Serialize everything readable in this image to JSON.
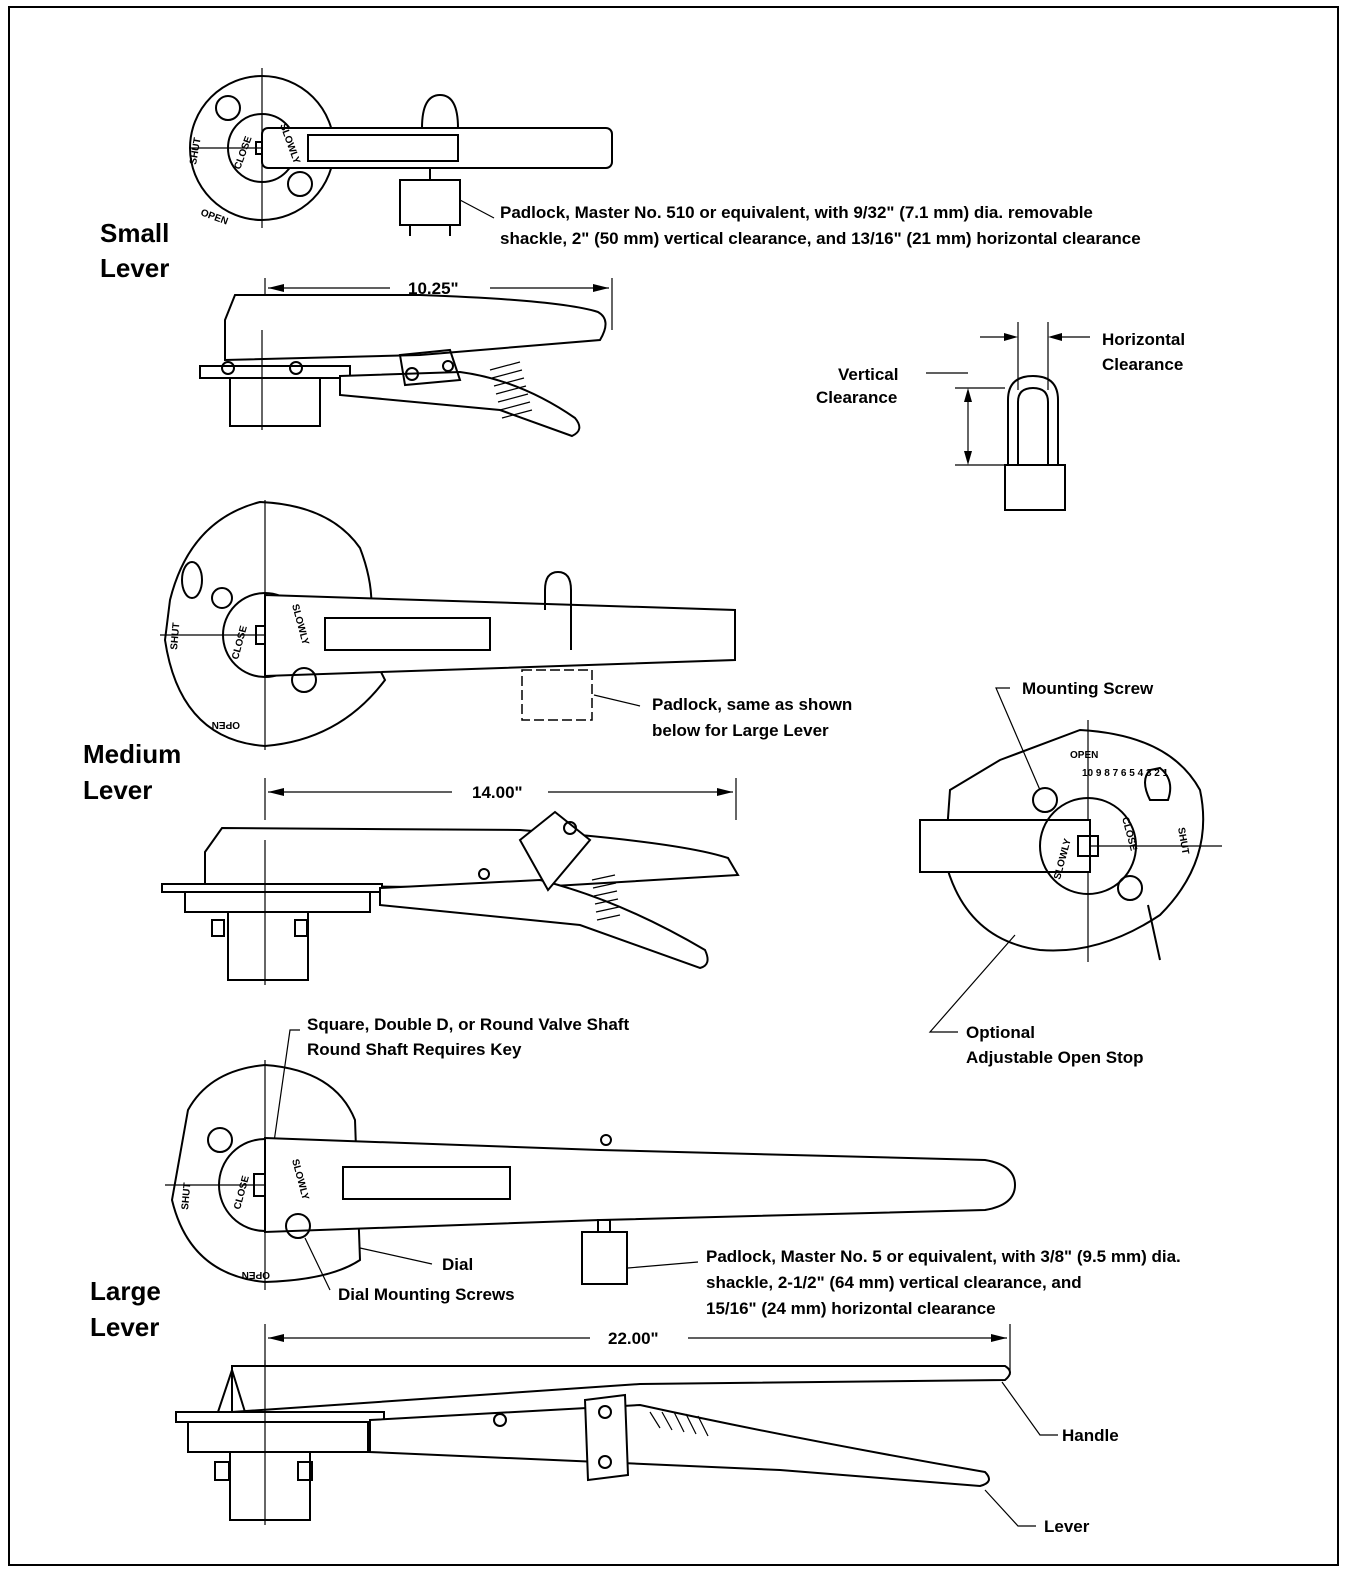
{
  "sections": {
    "small": {
      "title_line1": "Small",
      "title_line2": "Lever",
      "dimension": "10.25\""
    },
    "medium": {
      "title_line1": "Medium",
      "title_line2": "Lever",
      "dimension": "14.00\""
    },
    "large": {
      "title_line1": "Large",
      "title_line2": "Lever",
      "dimension": "22.00\""
    }
  },
  "callouts": {
    "small_padlock_line1": "Padlock, Master No. 510 or  equivalent, with 9/32\" (7.1 mm)  dia. removable",
    "small_padlock_line2": "shackle, 2\" (50 mm) vertical clearance, and 13/16\" (21 mm) horizontal clearance",
    "medium_padlock_line1": "Padlock, same as shown",
    "medium_padlock_line2": "below for Large Lever",
    "horizontal_clearance_line1": "Horizontal",
    "horizontal_clearance_line2": "Clearance",
    "vertical_clearance_line1": "Vertical",
    "vertical_clearance_line2": "Clearance",
    "mounting_screw": "Mounting Screw",
    "open_stop_line1": "Optional",
    "open_stop_line2": "Adjustable Open Stop",
    "valve_shaft_line1": "Square, Double D, or  Round Valve Shaft",
    "valve_shaft_line2": "Round Shaft Requires Key",
    "dial": "Dial",
    "dial_screws": "Dial Mounting Screws",
    "large_padlock_line1": "Padlock, Master No. 5 or  equivalent, with 3/8\" (9.5 mm) dia.",
    "large_padlock_line2": "shackle, 2-1/2\" (64 mm) vertical clearance, and",
    "large_padlock_line3": "15/16\" (24 mm) horizontal clearance",
    "handle": "Handle",
    "lever": "Lever"
  },
  "dial_text": {
    "shut": "SHUT",
    "close": "CLOSE",
    "slowly": "SLOWLY",
    "open": "OPEN",
    "scale": "10 9 8 7 6 5 4 3 2 1"
  }
}
